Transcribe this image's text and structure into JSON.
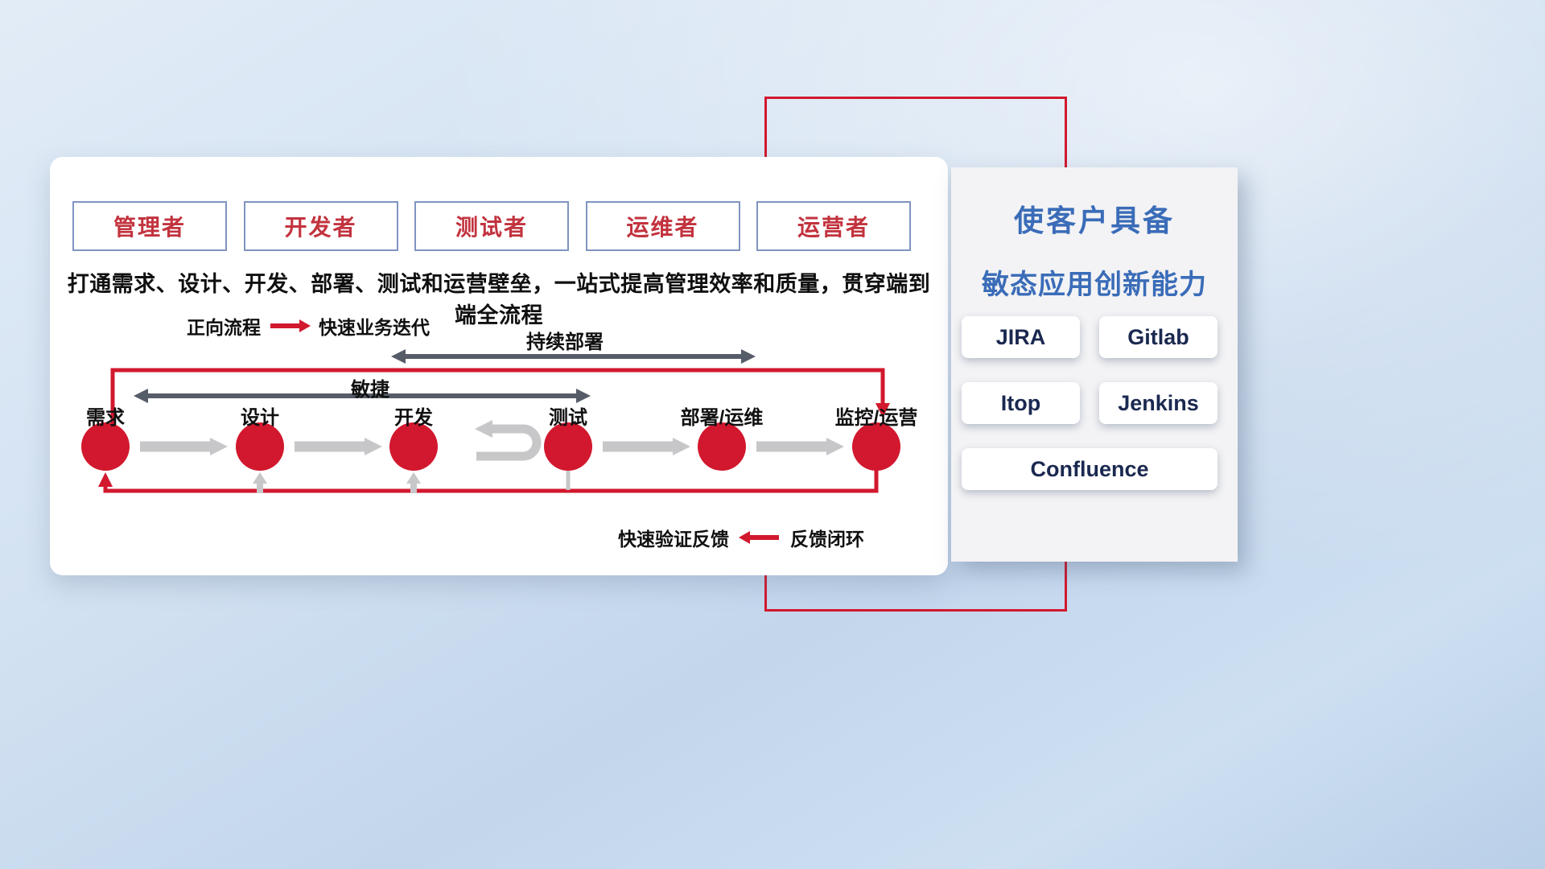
{
  "main_panel": {
    "roles": [
      {
        "label": "管理者"
      },
      {
        "label": "开发者"
      },
      {
        "label": "测试者"
      },
      {
        "label": "运维者"
      },
      {
        "label": "运营者"
      }
    ],
    "subtitle": "打通需求、设计、开发、部署、测试和运营壁垒，一站式提高管理效率和质量，贯穿端到端全流程",
    "legend_forward": {
      "label": "正向流程",
      "desc": "快速业务迭代"
    },
    "flow": {
      "deploy_label": "持续部署",
      "agile_label": "敏捷",
      "stages": [
        {
          "label": "需求"
        },
        {
          "label": "设计"
        },
        {
          "label": "开发"
        },
        {
          "label": "测试"
        },
        {
          "label": "部署/运维"
        },
        {
          "label": "监控/运营"
        }
      ]
    },
    "legend_feedback": {
      "label": "快速验证反馈",
      "desc": "反馈闭环"
    }
  },
  "right_panel": {
    "title_line1": "使客户具备",
    "title_line2": "敏态应用创新能力",
    "tools": [
      {
        "label": "JIRA"
      },
      {
        "label": "Gitlab"
      },
      {
        "label": "Itop"
      },
      {
        "label": "Jenkins"
      },
      {
        "label": "Confluence"
      }
    ]
  },
  "colors": {
    "accent_red": "#d2182e",
    "title_blue": "#3a6cb8",
    "tool_text": "#1b2950",
    "dark_arrow": "#565d68",
    "gray_arrow": "#c7c7c9",
    "role_border_blue": "#8094c0",
    "role_text_red": "#c2333e"
  }
}
